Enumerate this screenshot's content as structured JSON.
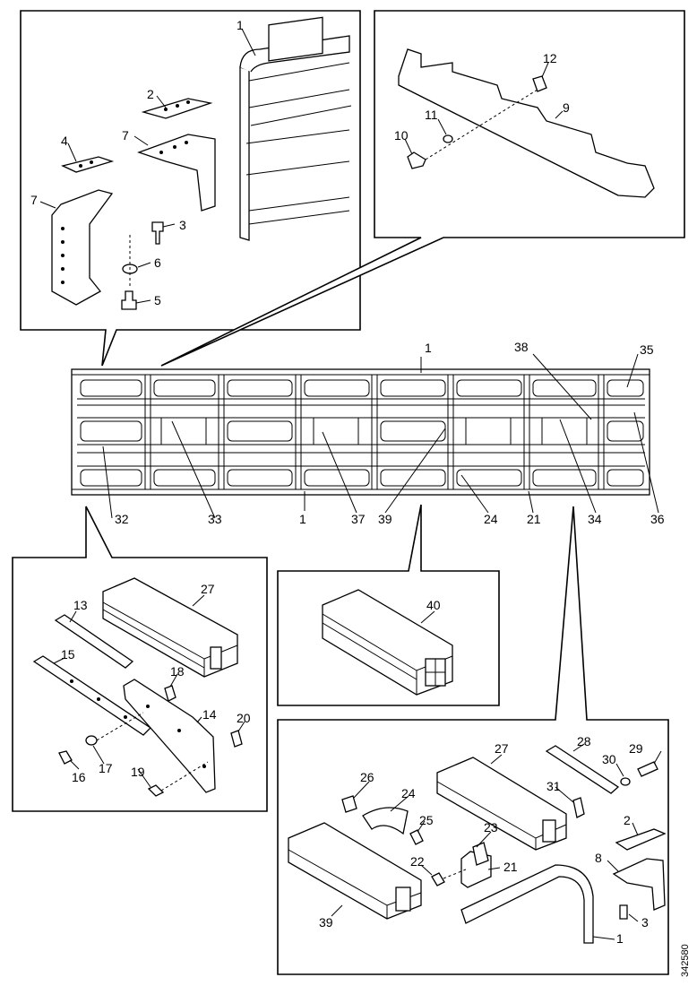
{
  "document_id": "342580",
  "callouts": {
    "detail_top_left": [
      "1",
      "2",
      "7",
      "4",
      "7",
      "3",
      "6",
      "5"
    ],
    "detail_top_right": [
      "12",
      "11",
      "9",
      "10"
    ],
    "main_frame_top": [
      "1",
      "38",
      "35"
    ],
    "main_frame_bottom": [
      "32",
      "33",
      "1",
      "37",
      "39",
      "24",
      "21",
      "34",
      "36"
    ],
    "detail_bottom_left": [
      "27",
      "13",
      "15",
      "18",
      "14",
      "20",
      "16",
      "17",
      "19"
    ],
    "detail_bottom_middle": [
      "40"
    ],
    "detail_bottom_right": [
      "27",
      "28",
      "29",
      "30",
      "26",
      "24",
      "25",
      "31",
      "23",
      "2",
      "8",
      "22",
      "21",
      "39",
      "3",
      "1"
    ]
  }
}
